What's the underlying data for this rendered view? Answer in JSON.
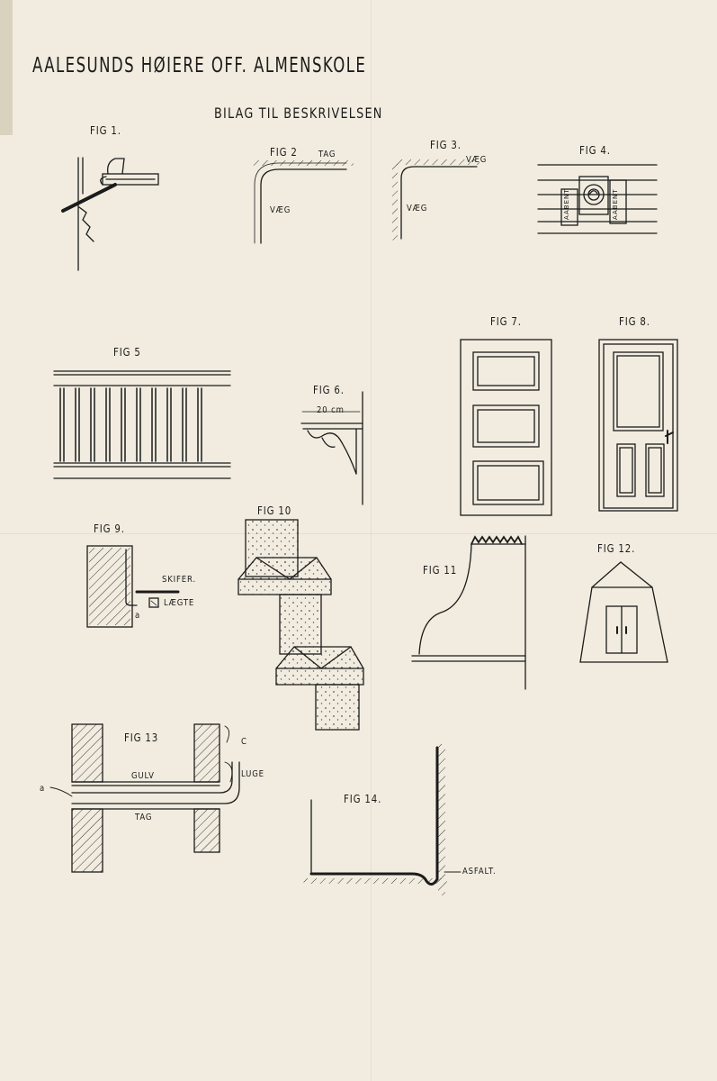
{
  "header": {
    "title": "AALESUNDS HØIERE OFF. ALMENSKOLE",
    "subtitle": "BILAG TIL BESKRIVELSEN"
  },
  "figures": [
    {
      "label": "FIG 1."
    },
    {
      "label": "FIG 2",
      "notes": [
        "TAG",
        "VÆG"
      ]
    },
    {
      "label": "FIG 3.",
      "notes": [
        "VÆG",
        "VÆG"
      ]
    },
    {
      "label": "FIG 4.",
      "notes": [
        "AABENT",
        "AABENT"
      ]
    },
    {
      "label": "FIG 5"
    },
    {
      "label": "FIG 6.",
      "notes": [
        "20 cm"
      ]
    },
    {
      "label": "FIG 7."
    },
    {
      "label": "FIG 8."
    },
    {
      "label": "FIG 9.",
      "notes": [
        "SKIFER.",
        "LÆGTE",
        "a"
      ]
    },
    {
      "label": "FIG 10"
    },
    {
      "label": "FIG 11"
    },
    {
      "label": "FIG 12."
    },
    {
      "label": "FIG 13",
      "notes": [
        "GULV",
        "TAG",
        "C",
        "LUGE",
        "a"
      ]
    },
    {
      "label": "FIG 14.",
      "notes": [
        "ASFALT."
      ]
    }
  ],
  "colors": {
    "paper": "#f1ecdf",
    "ink": "#1b1b1b"
  }
}
